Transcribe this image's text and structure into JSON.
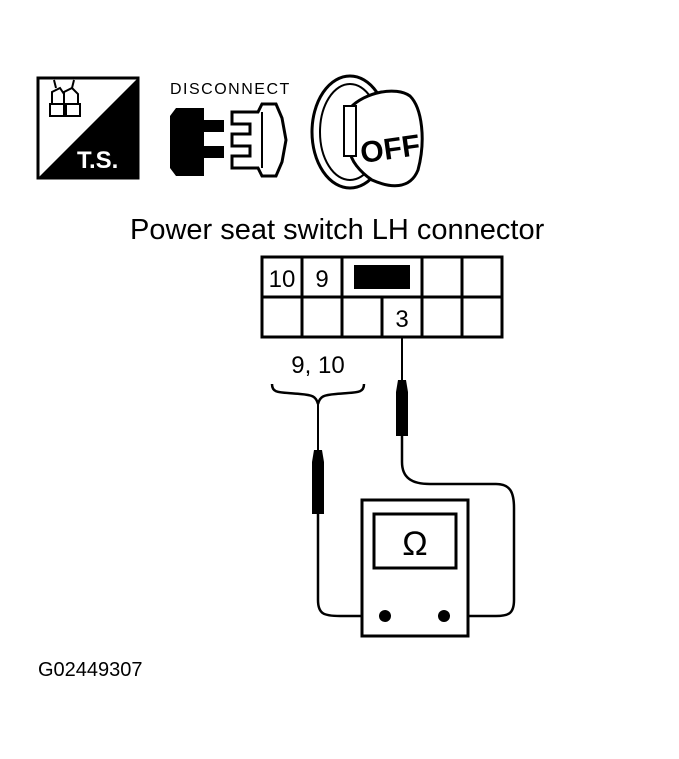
{
  "icons": {
    "test_symbol": {
      "label": "T.S.",
      "icon": "test-symbol-icon"
    },
    "disconnect": {
      "label": "DISCONNECT",
      "icon": "connector-disconnect-icon"
    },
    "ignition": {
      "label": "OFF",
      "icon": "ignition-key-off-icon"
    }
  },
  "connector": {
    "title": "Power seat switch LH connector",
    "terminals": {
      "t10": "10",
      "t9": "9",
      "t3": "3"
    }
  },
  "probe": {
    "bracket_label": "9, 10"
  },
  "meter": {
    "symbol": "Ω",
    "icon": "ohmmeter-icon"
  },
  "figure_id": "G02449307"
}
